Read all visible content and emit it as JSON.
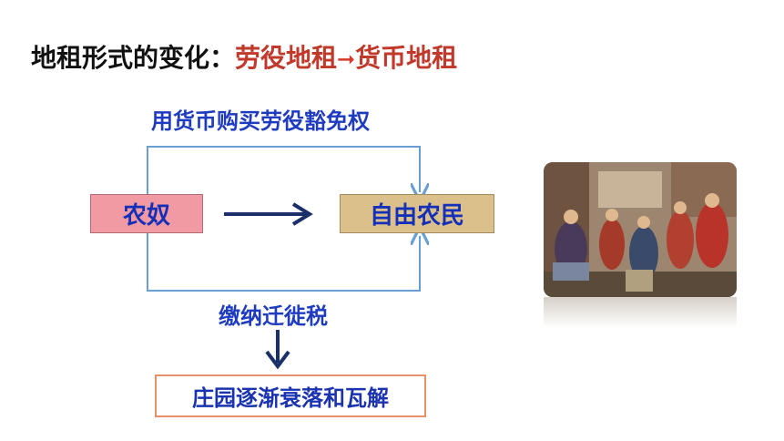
{
  "title": {
    "prefix": "地租形式的变化：",
    "from": "劳役地租",
    "arrow": "➞",
    "to": "货币地租"
  },
  "diagram": {
    "top_path_label": "用货币购买劳役豁免权",
    "bottom_path_label": "缴纳迁徙税",
    "serf_box": "农奴",
    "free_farmer_box": "自由农民",
    "result_box": "庄园逐渐衰落和瓦解"
  },
  "colors": {
    "title_highlight": "#c0392b",
    "label_blue": "#1f3cc0",
    "line_blue": "#6a9fd4",
    "arrow_navy": "#1b2f6b",
    "serf_fill": "#f19aa4",
    "free_farmer_fill": "#dcc08c",
    "result_border": "#e8906a"
  },
  "image": {
    "icon": "medieval-market-painting"
  }
}
